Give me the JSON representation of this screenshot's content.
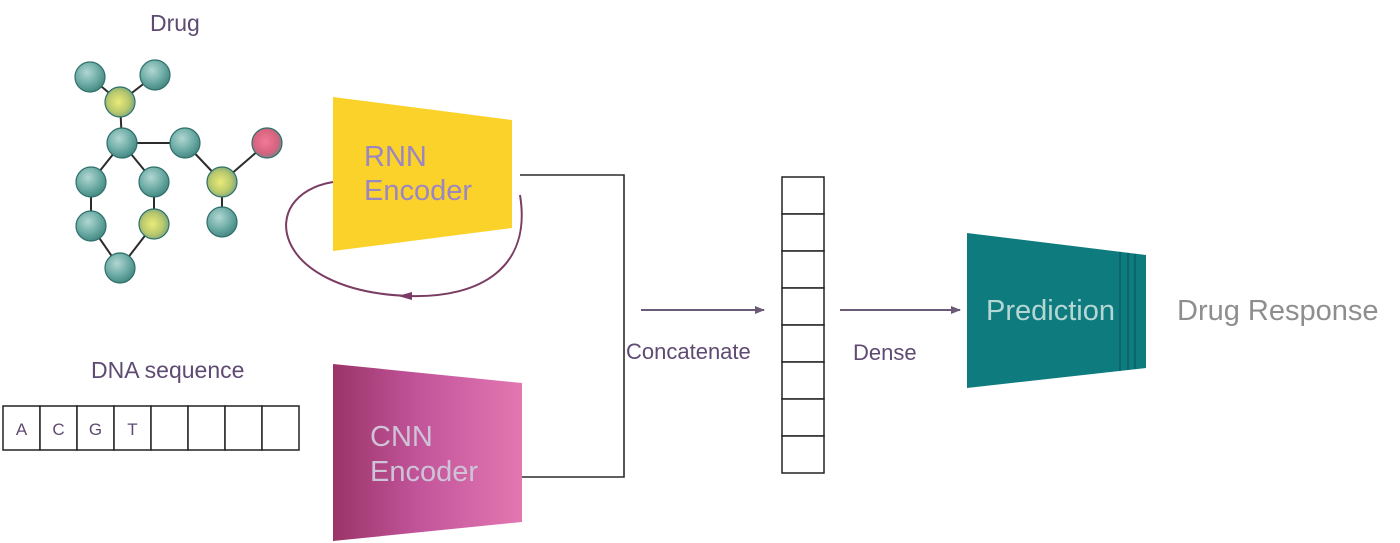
{
  "labels": {
    "drug": "Drug",
    "dna_sequence": "DNA sequence",
    "rnn_line1": "RNN",
    "rnn_line2": "Encoder",
    "cnn_line1": "CNN",
    "cnn_line2": "Encoder",
    "concatenate": "Concatenate",
    "dense": "Dense",
    "prediction": "Prediction",
    "drug_response": "Drug Response"
  },
  "dna_bases": [
    "A",
    "C",
    "G",
    "T",
    "",
    "",
    "",
    ""
  ],
  "vector_cells": 8,
  "molecule": {
    "atom_color": "teal",
    "highlighted_atoms": [
      "yellow-green",
      "pink-red"
    ]
  },
  "colors": {
    "label_purple": "#5f4a72",
    "rnn_fill": "#fbd22a",
    "rnn_text": "#9b86c4",
    "cnn_fill_dark": "#9a3468",
    "cnn_fill_light": "#e377b1",
    "cnn_text": "#cfc3d8",
    "prediction_fill": "#0e7c7f",
    "prediction_text": "#b6d6d4",
    "drug_response_text": "#8e8e8e",
    "arrow": "#6b5a78",
    "loop": "#7a3c62"
  }
}
